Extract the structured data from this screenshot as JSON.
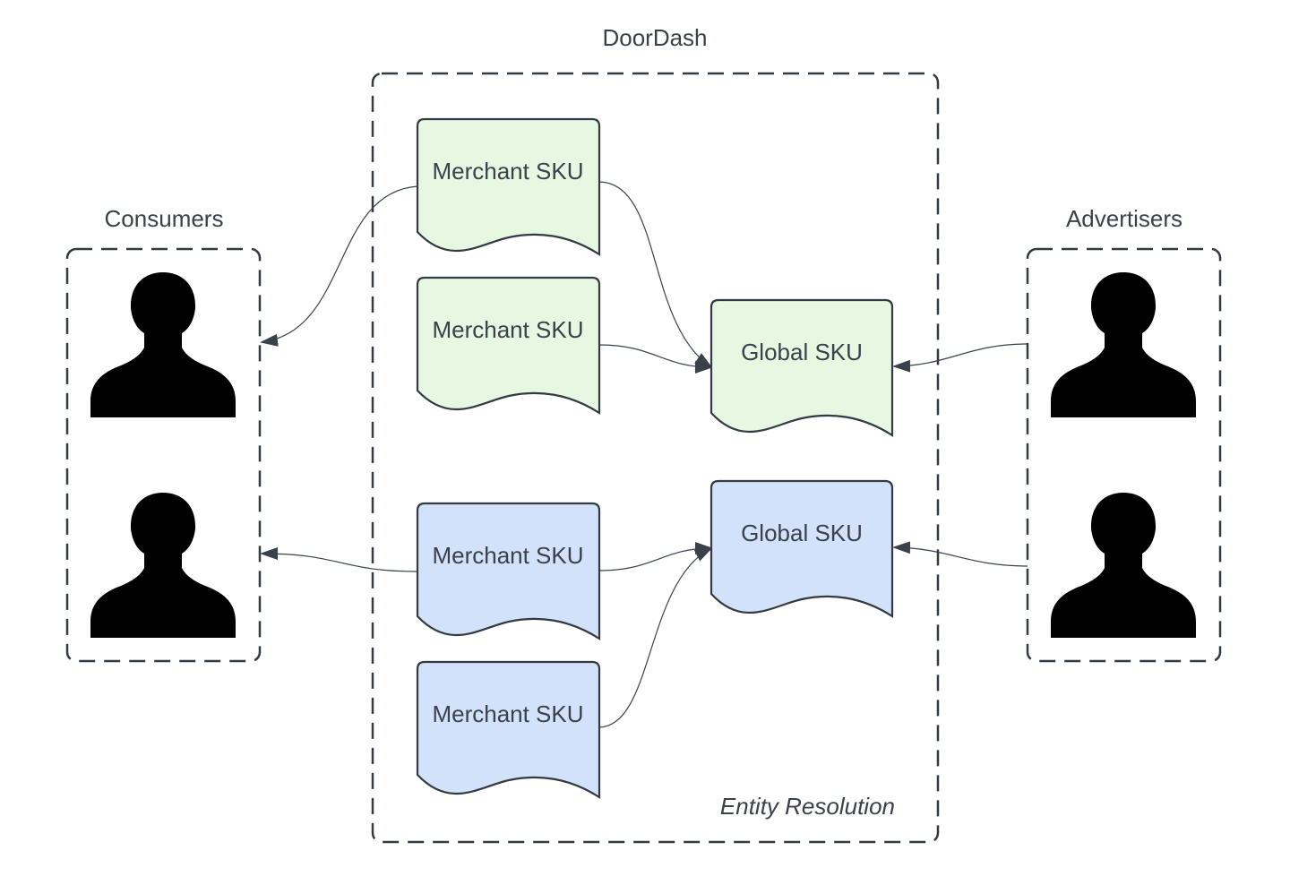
{
  "groups": {
    "doordash": {
      "title": "DoorDash",
      "footnote": "Entity Resolution"
    },
    "consumers": {
      "title": "Consumers"
    },
    "advertisers": {
      "title": "Advertisers"
    }
  },
  "documents": {
    "merchant_sku_1": {
      "label": "Merchant SKU",
      "fill": "#e6f8e2"
    },
    "merchant_sku_2": {
      "label": "Merchant SKU",
      "fill": "#e6f8e2"
    },
    "merchant_sku_3": {
      "label": "Merchant SKU",
      "fill": "#d3e2fb"
    },
    "merchant_sku_4": {
      "label": "Merchant SKU",
      "fill": "#d3e2fb"
    },
    "global_sku_1": {
      "label": "Global SKU",
      "fill": "#e6f8e2"
    },
    "global_sku_2": {
      "label": "Global SKU",
      "fill": "#d3e2fb"
    }
  },
  "icons": {
    "person": "person-silhouette-icon"
  },
  "colors": {
    "line": "#3a414a",
    "text": "#3a414a",
    "green_fill": "#e6f8e2",
    "blue_fill": "#d3e2fb",
    "silhouette": "#000000"
  }
}
